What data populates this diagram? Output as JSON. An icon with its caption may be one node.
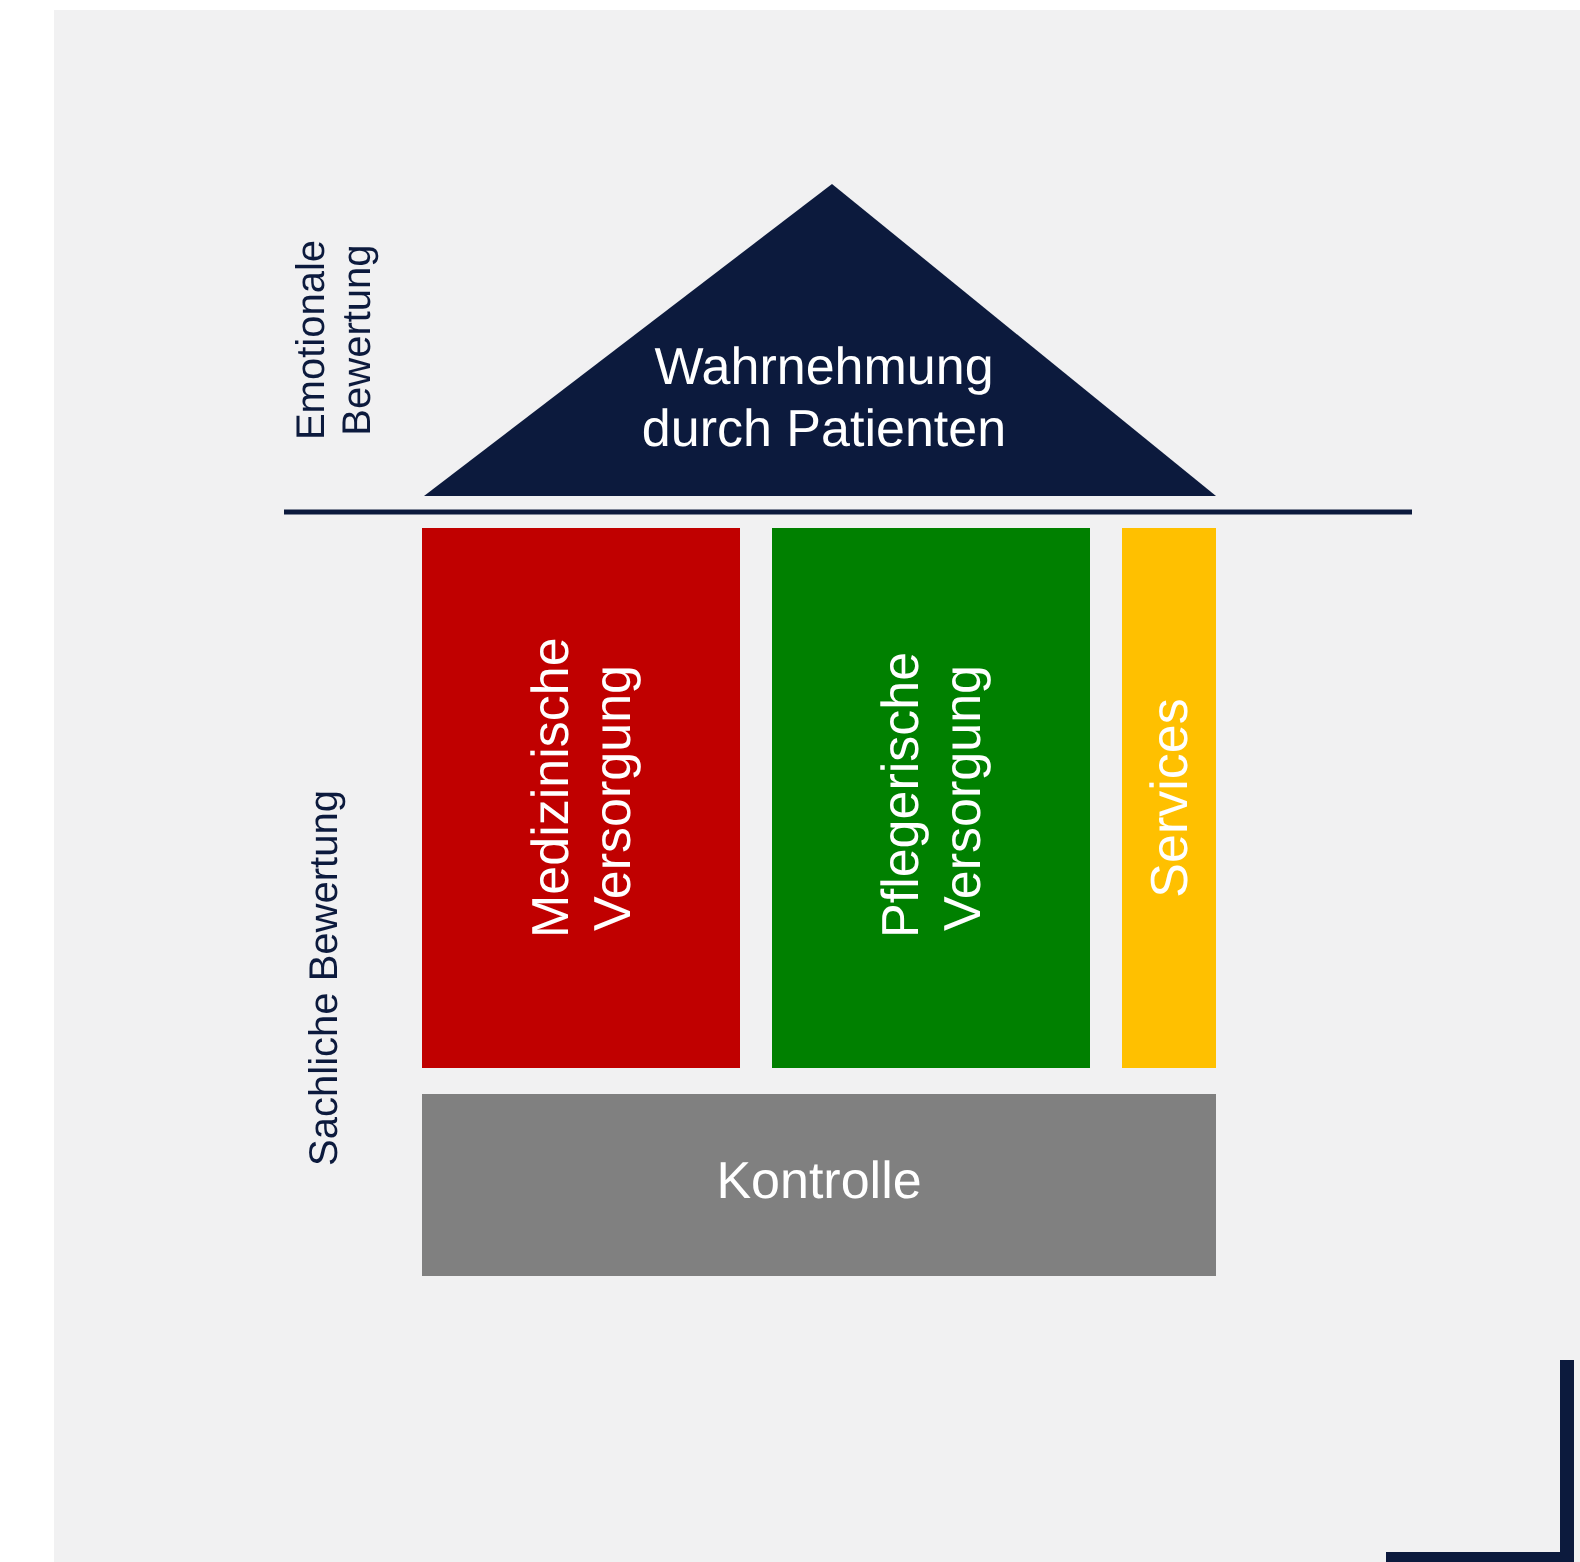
{
  "diagram": {
    "nodes": [
      {
        "text": [
          "Wahrnehmung durch Patienten"
        ]
      },
      {
        "text": [
          "Medizinische Versorgung"
        ]
      },
      {
        "text": [
          "Pflegerische Versorgung"
        ]
      },
      {
        "text": [
          "Services"
        ]
      },
      {
        "text": [
          "Kontrolle"
        ]
      }
    ],
    "labels": [
      "Emotionale Bewertung",
      "Sachliche Bewertung"
    ]
  }
}
